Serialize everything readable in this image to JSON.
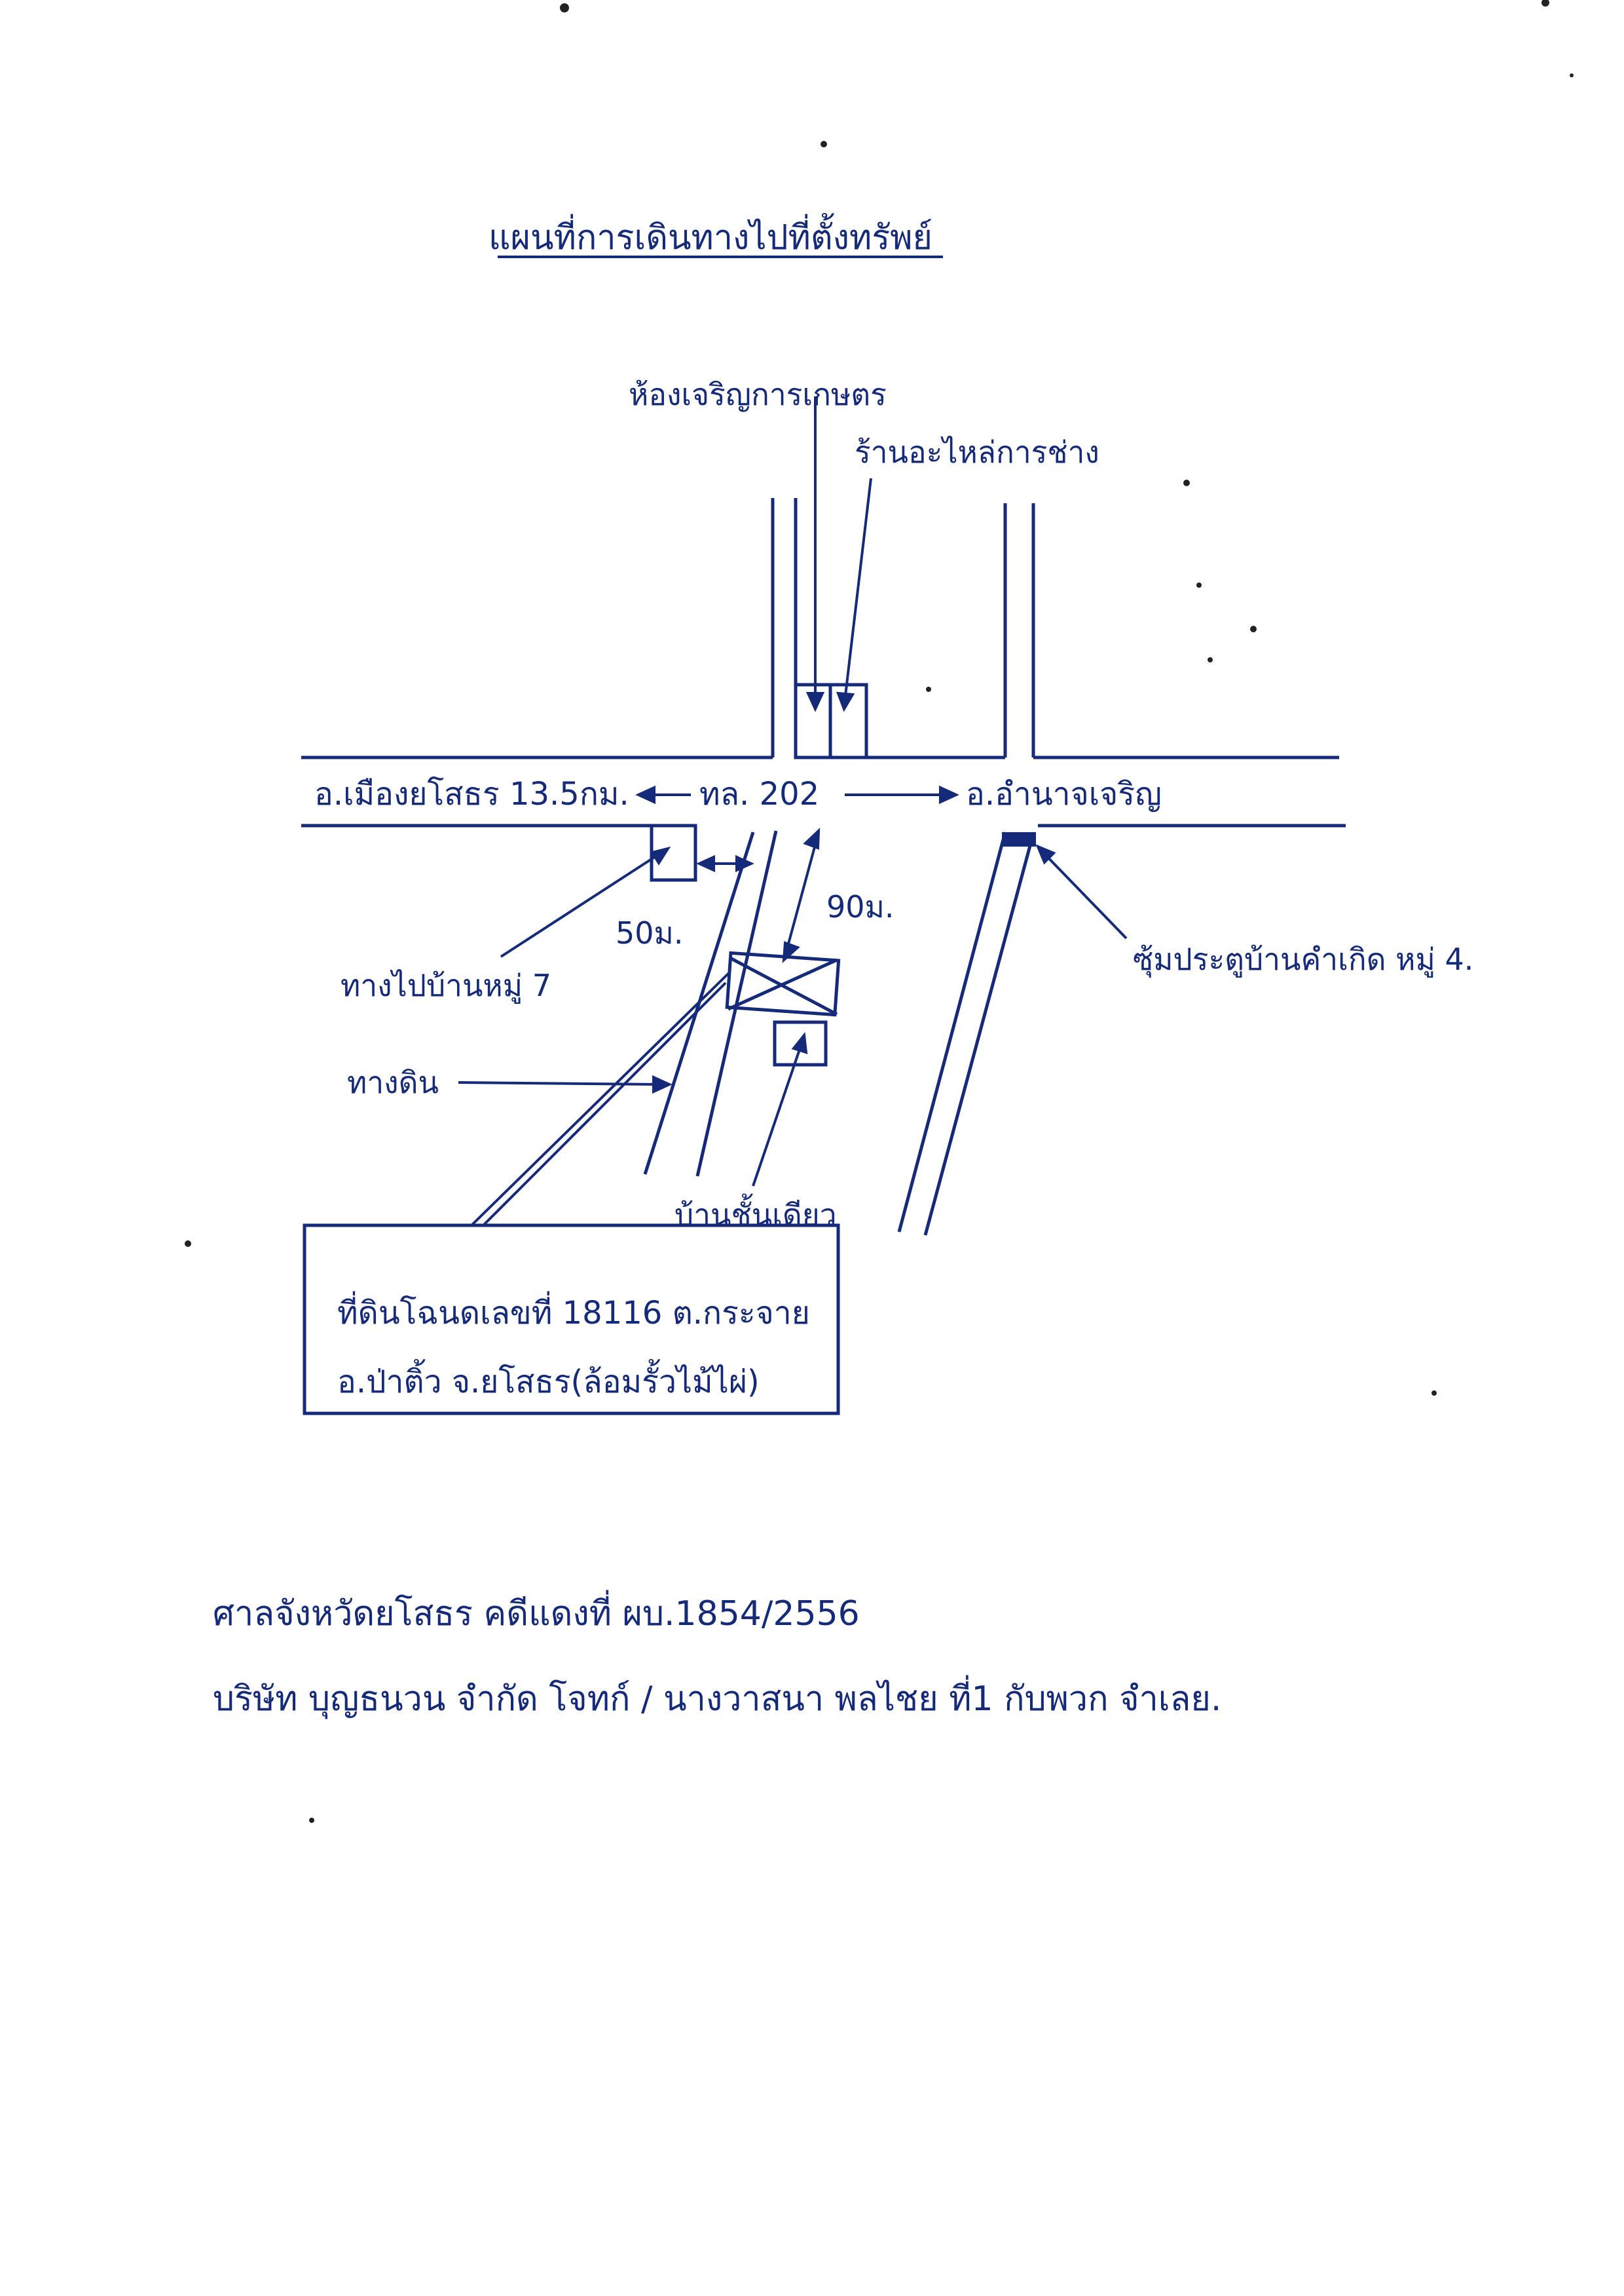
{
  "map": {
    "title": "แผนที่การเดินทางไปที่ตั้งทรัพย์",
    "labels": {
      "shop_top_left": "ห้องเจริญการเกษตร",
      "shop_top_right": "ร้านอะไหล่การช่าง",
      "road_left": "อ.เมืองยโสธร 13.5กม.",
      "road_center": "ทล. 202",
      "road_right": "อ.อำนาจเจริญ",
      "distance_50": "50ม.",
      "distance_90": "90ม.",
      "soi_moo7": "ทางไปบ้านหมู่ 7",
      "dirt_road": "ทางดิน",
      "village_gate": "ซุ้มประตูบ้านคำเกิด หมู่ 4.",
      "single_house": "บ้านชั้นเดียว"
    },
    "property_box": {
      "line1": "ที่ดินโฉนดเลขที่ 18116 ต.กระจาย",
      "line2": "อ.ป่าติ้ว จ.ยโสธร(ล้อมรั้วไม้ไผ่)"
    },
    "ink_color": "#152a78"
  },
  "footer": {
    "court_line": "ศาลจังหวัดยโสธร คดีแดงที่ ผบ.1854/2556",
    "parties_line": "บริษัท บุญธนวน จำกัด โจทก์ / นางวาสนา พลไชย ที่1 กับพวก จำเลย."
  }
}
